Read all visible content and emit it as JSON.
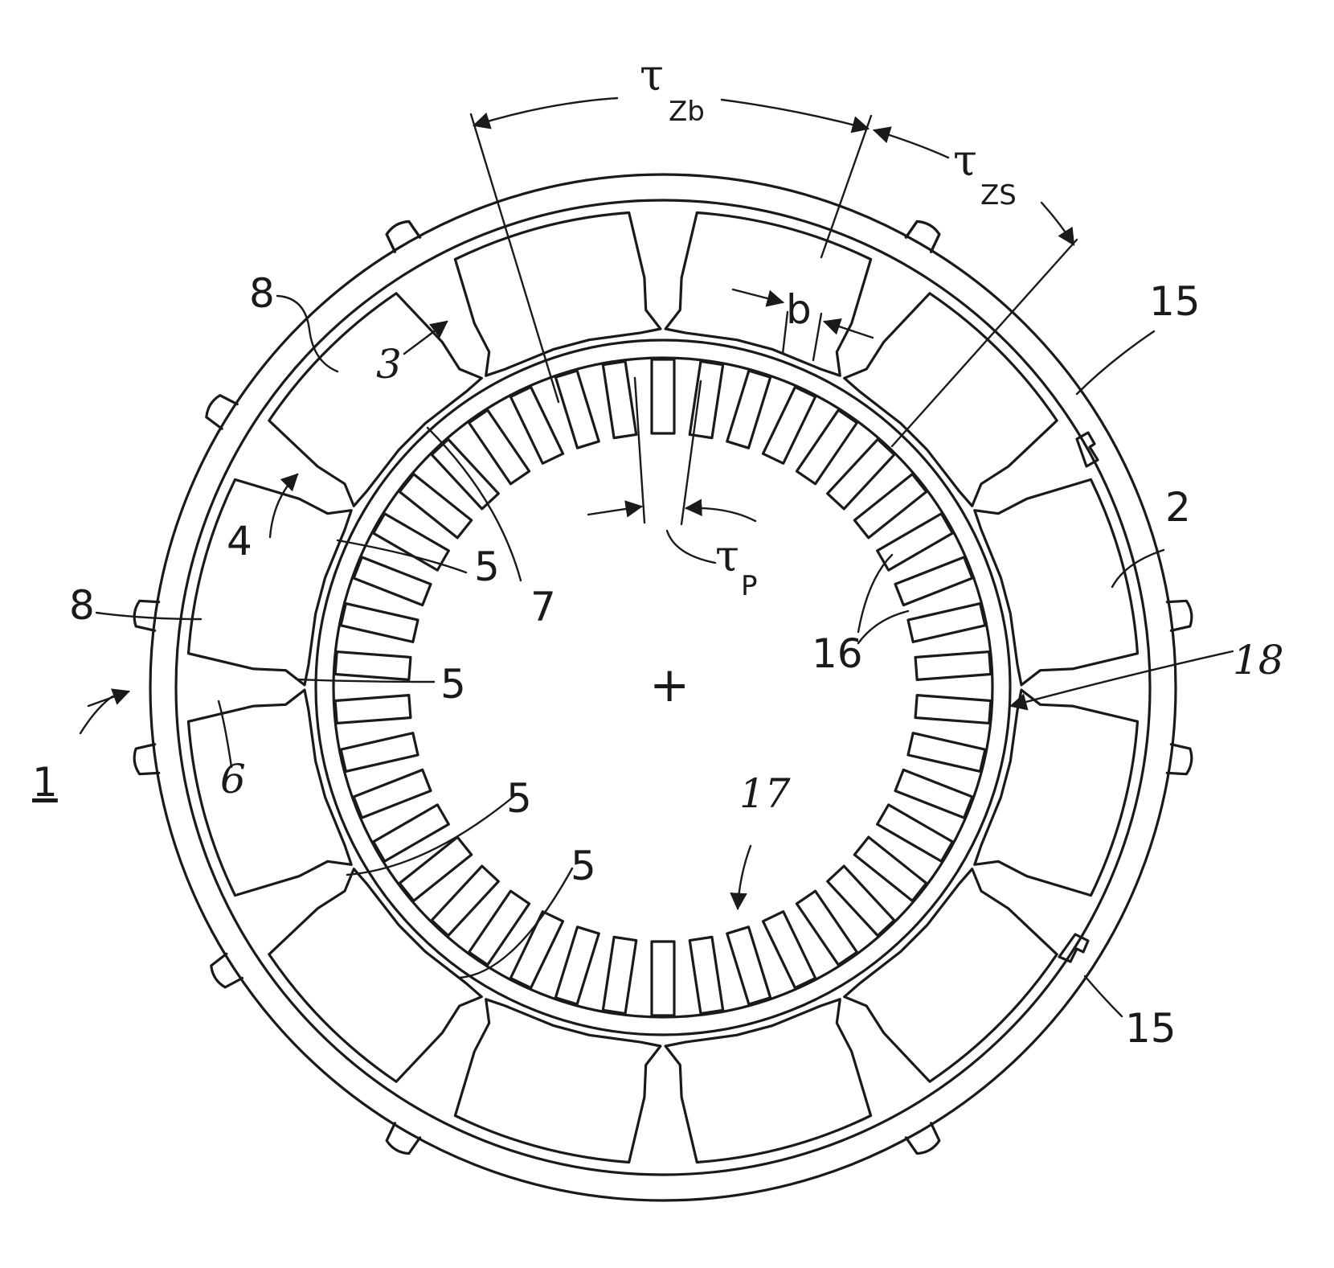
{
  "figure": {
    "reference_labels": {
      "l1": "1",
      "l2": "2",
      "l3": "3",
      "l4": "4",
      "l5a": "5",
      "l5b": "5",
      "l5c": "5",
      "l5d": "5",
      "l6": "6",
      "l7": "7",
      "l8a": "8",
      "l8b": "8",
      "l15a": "15",
      "l15b": "15",
      "l16": "16",
      "l17": "17",
      "l18": "18",
      "lb": "b"
    },
    "pitch_labels": {
      "tau_zb": {
        "symbol": "τ",
        "sub": "Zb"
      },
      "tau_zs": {
        "symbol": "τ",
        "sub": "ZS"
      },
      "tau_p": {
        "symbol": "τ",
        "sub": "P"
      }
    },
    "center_mark": "+"
  }
}
